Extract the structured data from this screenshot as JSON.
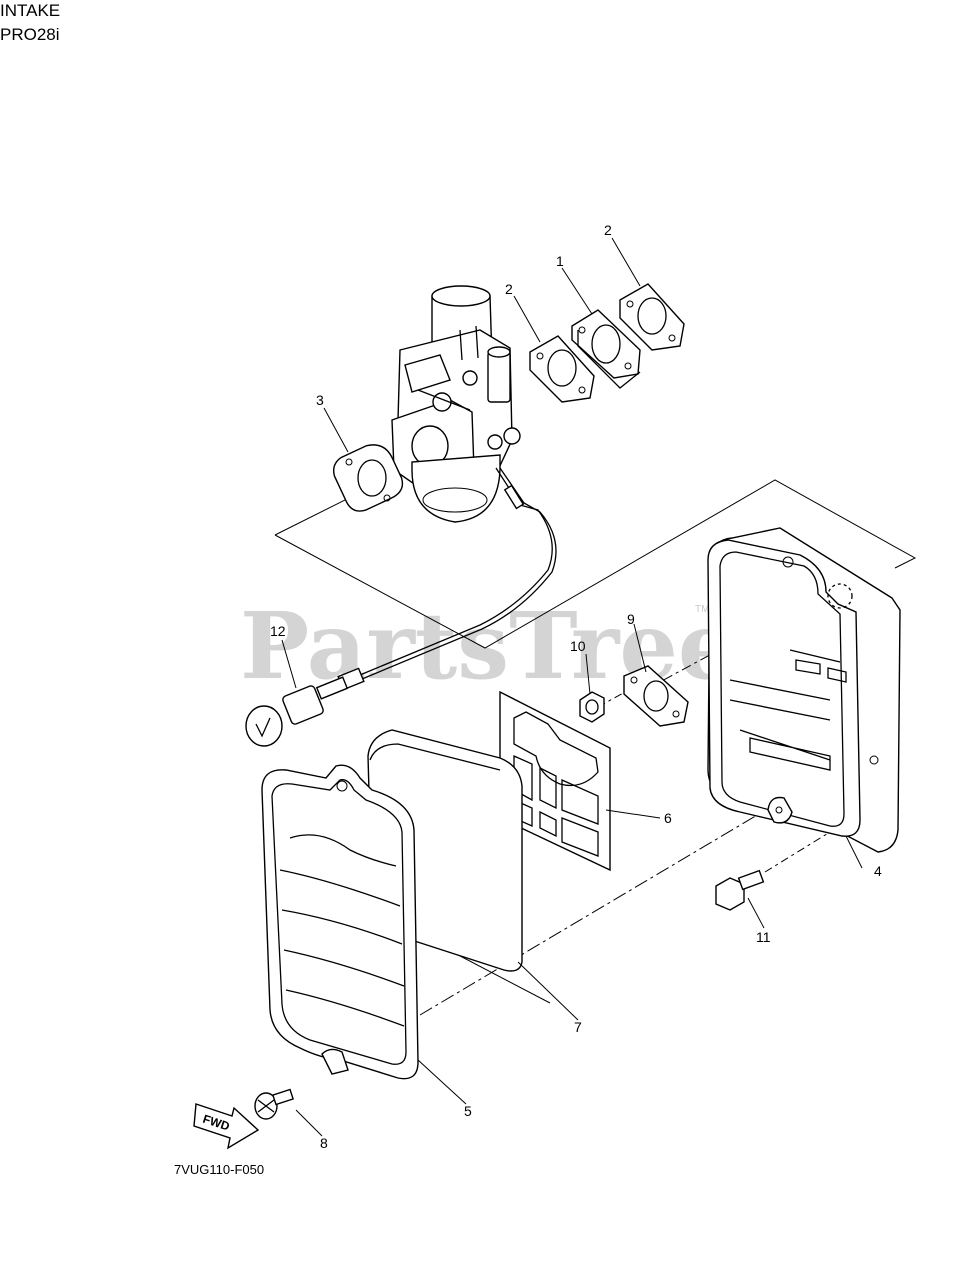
{
  "header": {
    "title": "INTAKE",
    "model": "PRO28i"
  },
  "watermark": {
    "brand": "PartsTree",
    "trademark": "TM"
  },
  "diagram": {
    "code": "7VUG110-F050",
    "direction_label": "FWD",
    "callouts": [
      "1",
      "2",
      "2",
      "3",
      "4",
      "5",
      "6",
      "7",
      "8",
      "9",
      "10",
      "11",
      "12"
    ]
  }
}
